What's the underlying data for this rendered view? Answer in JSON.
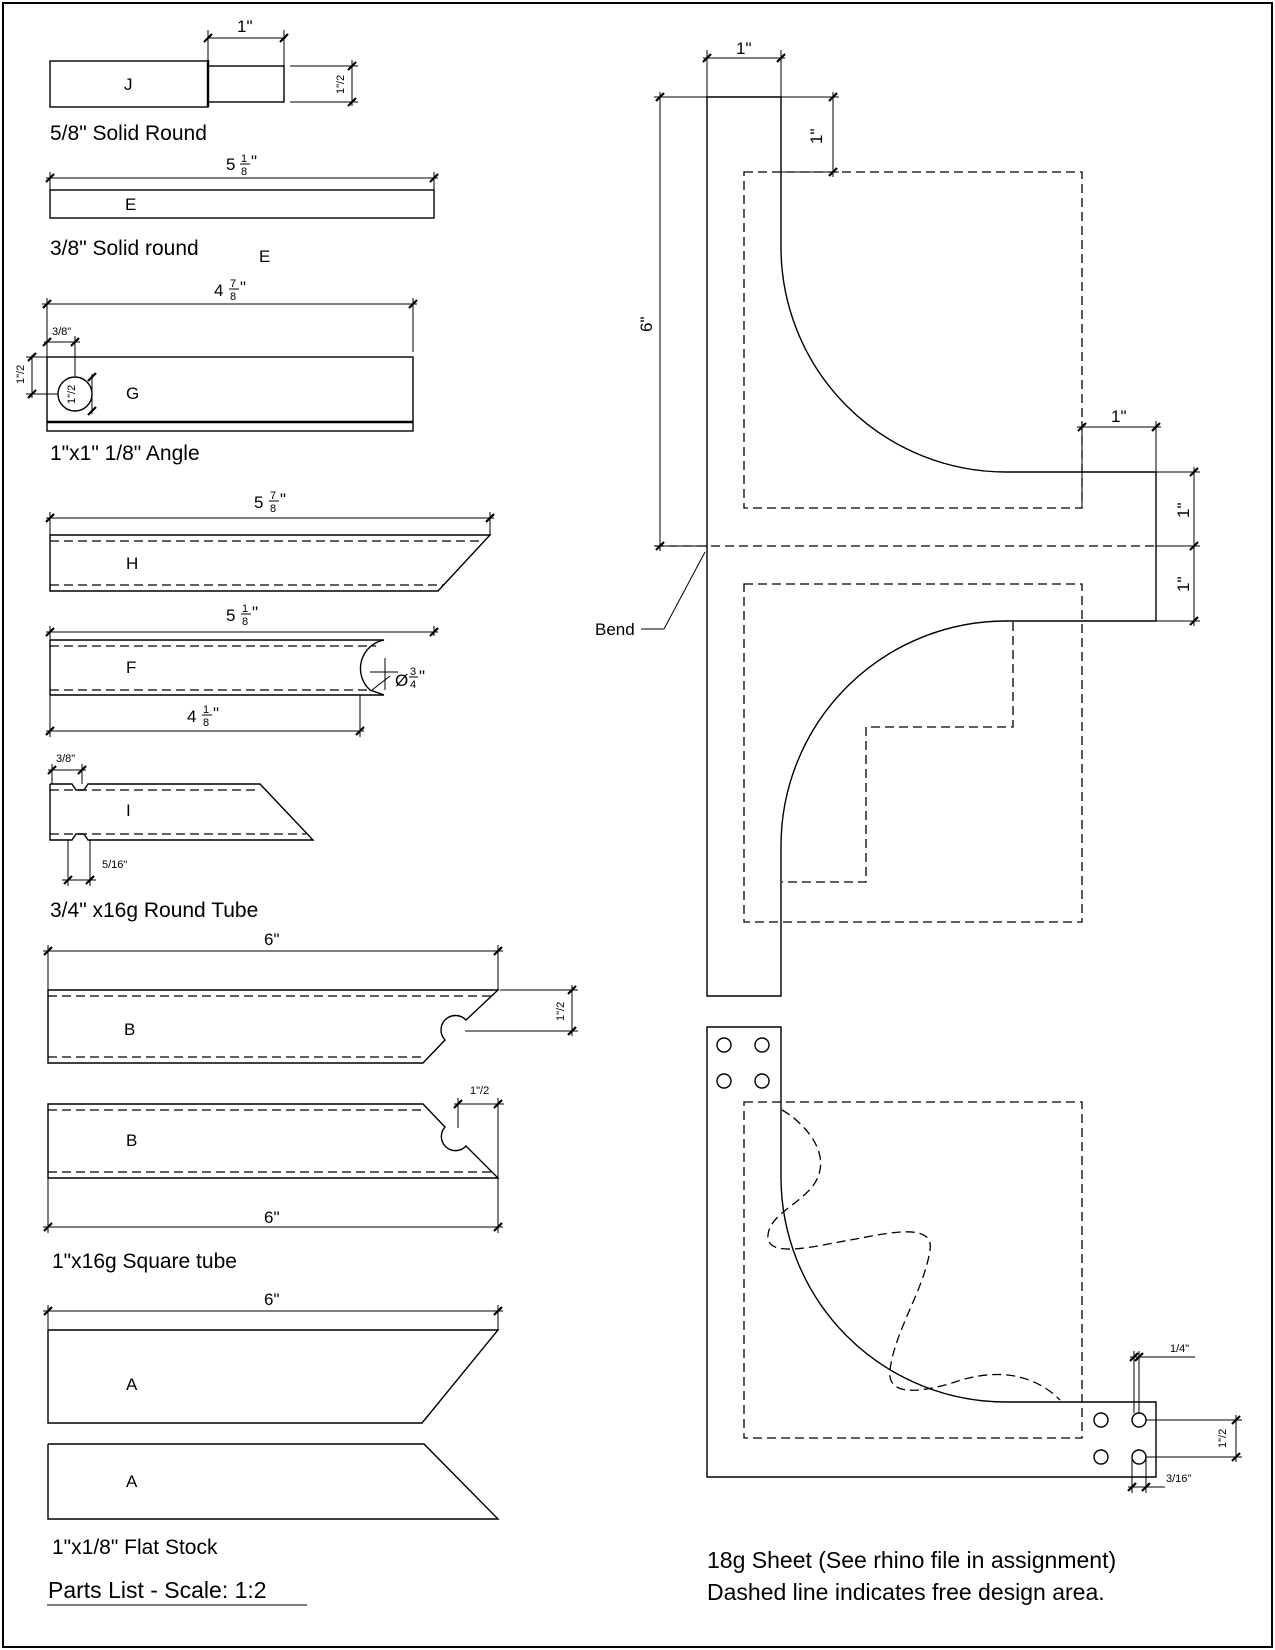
{
  "parts": {
    "J": {
      "letter": "J",
      "caption": "5/8\" Solid Round",
      "dim_length": "1\"",
      "dim_dia": "1\"/2"
    },
    "E": {
      "letter": "E",
      "caption": "3/8\" Solid round",
      "stray_letter": "E",
      "dim_len_whole": "5",
      "dim_len_num": "1",
      "dim_len_den": "8"
    },
    "G": {
      "letter": "G",
      "caption": "1\"x1\" 1/8\" Angle",
      "dim_len_whole": "4",
      "dim_len_num": "7",
      "dim_len_den": "8",
      "dim_hole_pos": "3/8\"",
      "dim_hole_edge": "1\"/2",
      "dim_hole_dia": "1\"/2"
    },
    "H": {
      "letter": "H",
      "dim_len_whole": "5",
      "dim_len_num": "7",
      "dim_len_den": "8"
    },
    "F": {
      "letter": "F",
      "dim_len_whole": "5",
      "dim_len_num": "1",
      "dim_len_den": "8",
      "dim_inner_whole": "4",
      "dim_inner_num": "1",
      "dim_inner_den": "8",
      "dim_dia_sym": "Ø",
      "dim_dia_num": "3",
      "dim_dia_den": "4"
    },
    "I": {
      "letter": "I",
      "caption": "3/4\" x16g Round Tube",
      "dim_notch": "3/8\"",
      "dim_slot": "5/16\""
    },
    "B1": {
      "letter": "B",
      "dim_len": "6\"",
      "dim_notch": "1\"/2"
    },
    "B2": {
      "letter": "B",
      "dim_len": "6\"",
      "dim_notch": "1\"/2",
      "caption": "1\"x16g Square tube"
    },
    "A1": {
      "letter": "A",
      "dim_len": "6\""
    },
    "A2": {
      "letter": "A",
      "caption": "1\"x1/8\" Flat Stock"
    }
  },
  "parts_list_title": "Parts List - Scale: 1:2",
  "sheet_part": {
    "dim_top_width": "1\"",
    "dim_top_offset": "1\"",
    "dim_height": "6\"",
    "dim_tab_width": "1\"",
    "dim_tab_upper": "1\"",
    "dim_tab_lower": "1\"",
    "bend_label": "Bend",
    "dim_hole_spacing": "1/4\"",
    "dim_hole_vertical": "1\"/2",
    "dim_hole_dia": "3/16\"",
    "note_line1": "18g Sheet (See rhino file in assignment)",
    "note_line2": "Dashed line indicates free design area."
  }
}
